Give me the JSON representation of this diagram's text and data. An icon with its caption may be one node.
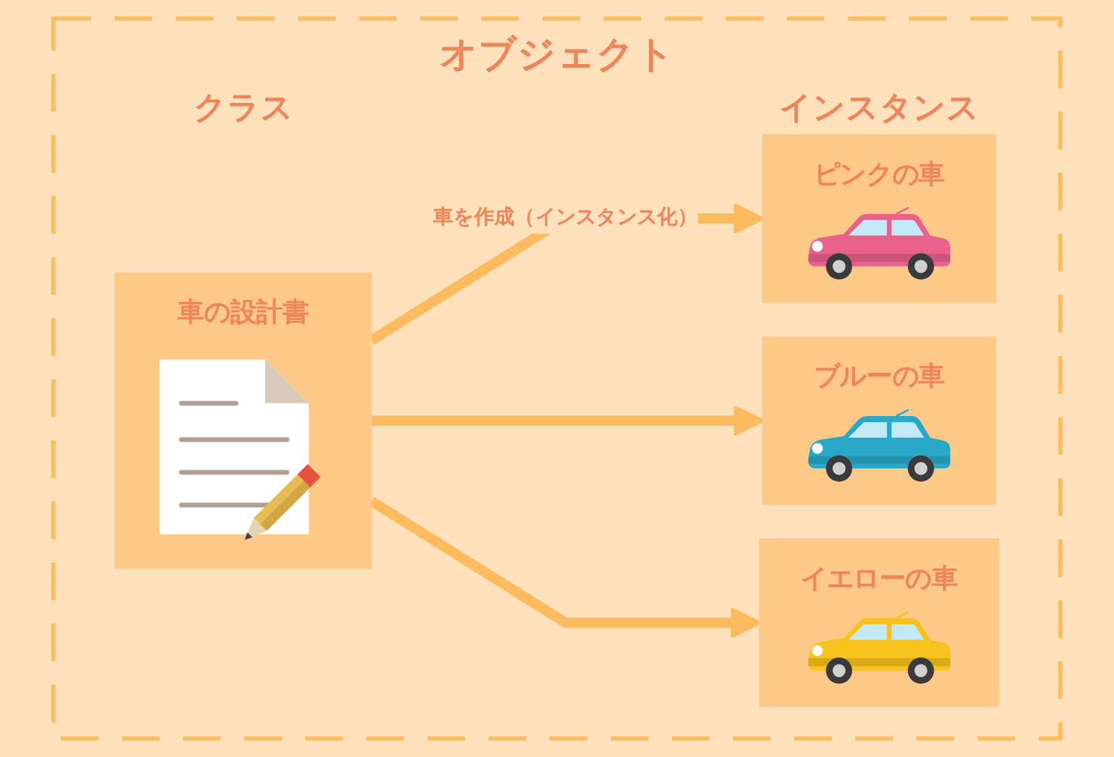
{
  "diagram": {
    "nodes": [
      {
        "text": [
          "オブジェクト"
        ]
      },
      {
        "text": [
          "車の設計書"
        ],
        "in": 0
      },
      {
        "text": [
          "ピンクの車"
        ],
        "in": 0
      },
      {
        "text": [
          "ブルーの車"
        ],
        "in": 0
      },
      {
        "text": [
          "イエローの車"
        ],
        "in": 0
      }
    ],
    "edges": [
      {
        "from": 1,
        "to": 2,
        "arrow": "to",
        "label": "車を作成（インスタンス化）"
      },
      {
        "from": 1,
        "to": 3,
        "arrow": "to"
      },
      {
        "from": 1,
        "to": 4,
        "arrow": "to"
      }
    ],
    "labels": [
      "クラス",
      "インスタンス"
    ]
  }
}
